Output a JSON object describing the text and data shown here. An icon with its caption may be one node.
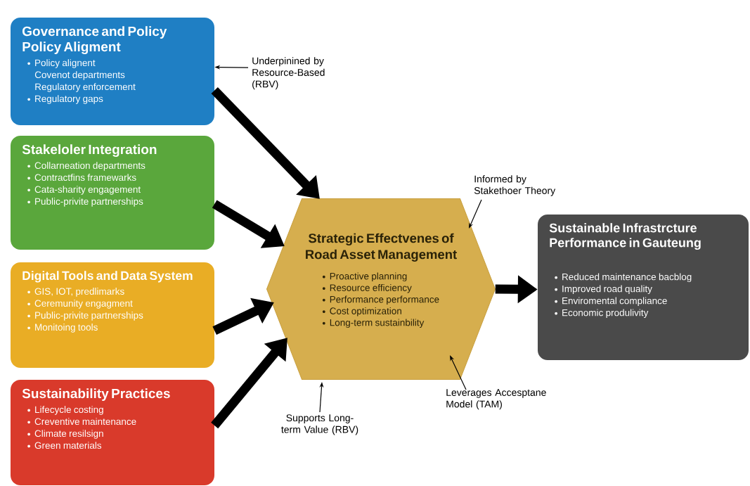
{
  "diagram": {
    "nodes": [
      {
        "text": [
          "Governance and Policy Policy Aligment",
          "Policy alignent",
          "Covenot departments",
          "Regulatory enforcement",
          "Regulatory gaps"
        ]
      },
      {
        "text": [
          "Stakeloler Integration",
          "Collarneation departments",
          "Contractfins framewarks",
          "Cata-sharity engagement",
          "Public-privite partnerships"
        ]
      },
      {
        "text": [
          "Digital Tools and Data System",
          "GIS, IOT, predlimarks",
          "Ceremunity engagment",
          "Public-privite partnerships",
          "Monitoing tools"
        ]
      },
      {
        "text": [
          "Sustainability Practices",
          "Lifecycle costing",
          "Creventive maintenance",
          "Climate resilsign",
          "Green materials"
        ]
      },
      {
        "text": [
          "Strategic Effectvenes of Road Asset Management",
          "Proactive planning",
          "Resource efficiency",
          "Performance performance",
          "Cost optimization",
          "Long-term sustainbility"
        ]
      },
      {
        "text": [
          "Sustainable Infrastrcture Performance in Gauteung",
          "Reduced maintenance bacblog",
          "Improved road quality",
          "Enviromental compliance",
          "Economic produlivity"
        ]
      },
      {
        "text": [
          "Underpinined by Resource-Based (RBV)"
        ]
      },
      {
        "text": [
          "Informed by Stakethoer Theory"
        ]
      },
      {
        "text": [
          "Leverages Accesptane Model (TAM)"
        ]
      },
      {
        "text": [
          "Supports Long-term Value (RBV)"
        ]
      }
    ],
    "edges": [
      {
        "from": 0,
        "to": 4,
        "arrow": "to"
      },
      {
        "from": 1,
        "to": 4,
        "arrow": "to"
      },
      {
        "from": 2,
        "to": 4,
        "arrow": "to"
      },
      {
        "from": 3,
        "to": 4,
        "arrow": "to"
      },
      {
        "from": 4,
        "to": 5,
        "arrow": "to"
      },
      {
        "from": 6,
        "to": 0,
        "arrow": "to"
      },
      {
        "from": 7,
        "to": 4,
        "arrow": "to"
      },
      {
        "from": 8,
        "to": 4,
        "arrow": "to"
      },
      {
        "from": 9,
        "to": 4,
        "arrow": "to"
      }
    ]
  }
}
